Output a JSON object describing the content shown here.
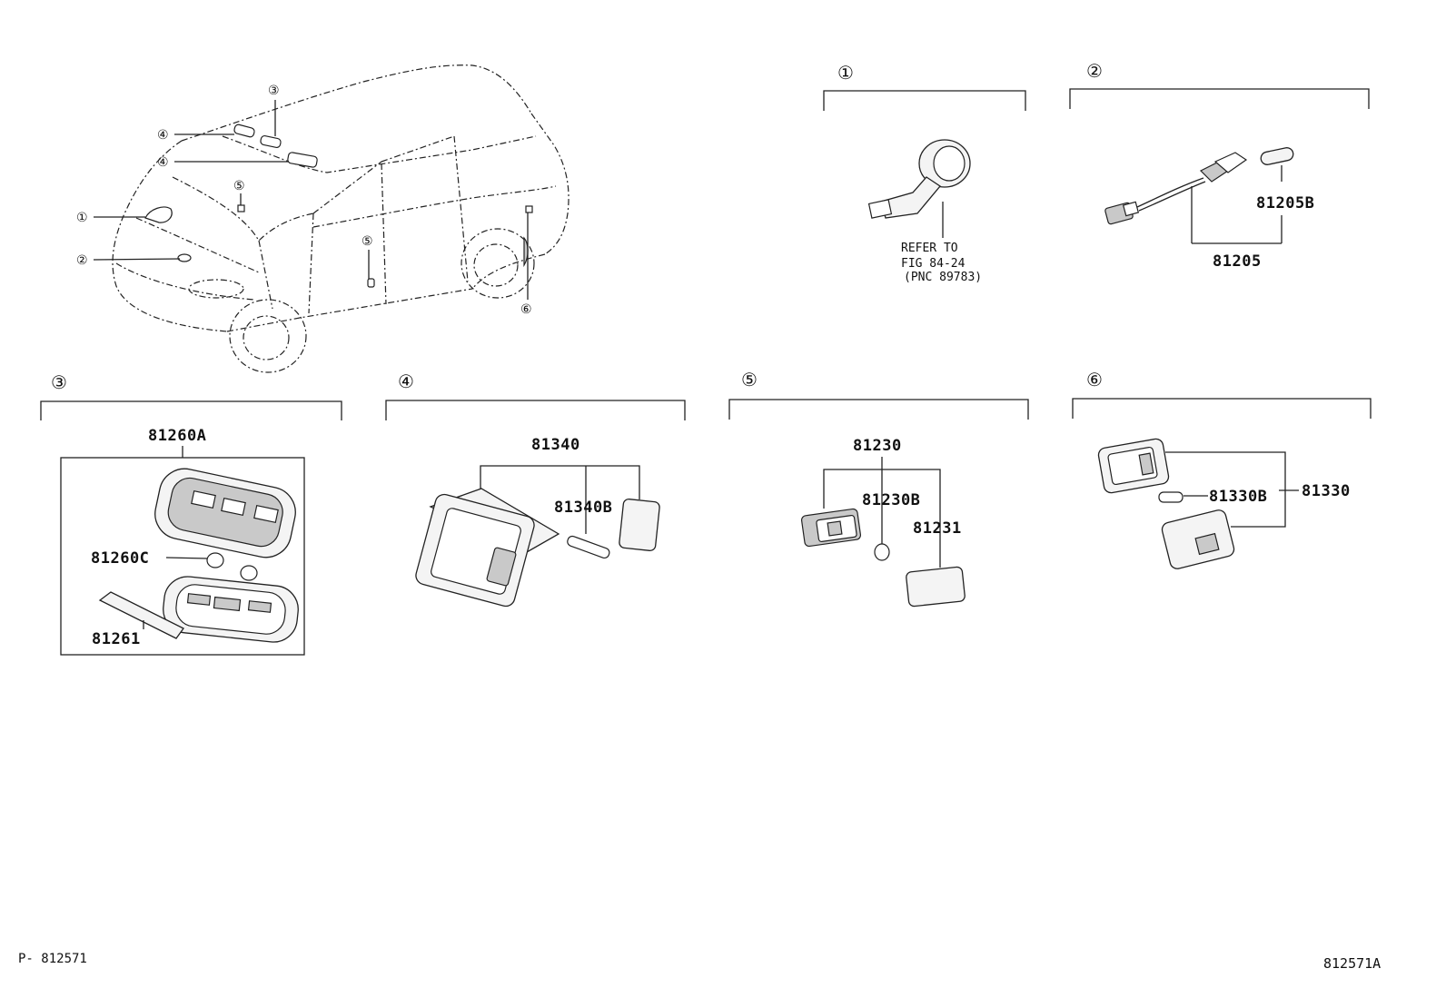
{
  "footer": {
    "left_code": "P- 812571",
    "right_code": "812571A"
  },
  "vehicle_callouts": [
    "①",
    "②",
    "③",
    "④",
    "④",
    "⑤",
    "⑤",
    "⑥"
  ],
  "sections": [
    {
      "id": "1",
      "marker": "①",
      "note_lines": [
        "REFER TO",
        "FIG 84-24",
        "(PNC 89783)"
      ]
    },
    {
      "id": "2",
      "marker": "②",
      "parts": [
        "81205B",
        "81205"
      ]
    },
    {
      "id": "3",
      "marker": "③",
      "parts": [
        "81260A",
        "81260C",
        "81261"
      ]
    },
    {
      "id": "4",
      "marker": "④",
      "parts": [
        "81340",
        "81340B"
      ]
    },
    {
      "id": "5",
      "marker": "⑤",
      "parts": [
        "81230",
        "81230B",
        "81231"
      ]
    },
    {
      "id": "6",
      "marker": "⑥",
      "parts": [
        "81330B",
        "81330"
      ]
    }
  ]
}
